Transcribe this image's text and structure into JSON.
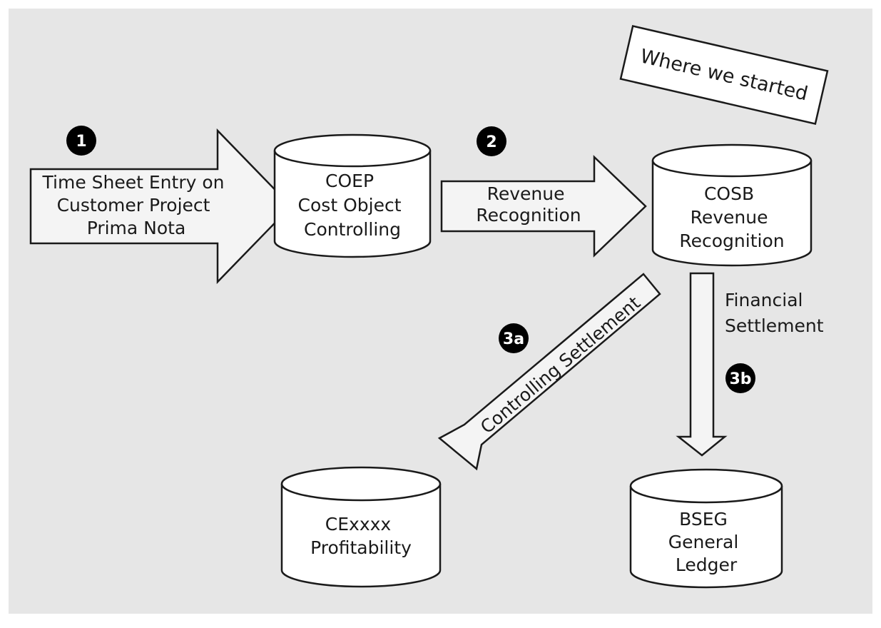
{
  "note": "Where we started",
  "steps": {
    "s1": {
      "badge": "1",
      "lines": [
        "Time Sheet Entry on",
        "Customer Project",
        "Prima Nota"
      ]
    },
    "s2": {
      "badge": "2",
      "lines": [
        "Revenue",
        "Recognition"
      ]
    },
    "s3a": {
      "badge": "3a",
      "label": "Controlling Settlement"
    },
    "s3b": {
      "badge": "3b",
      "lines": [
        "Financial",
        "Settlement"
      ]
    }
  },
  "stores": {
    "coep": [
      "COEP",
      "Cost Object",
      "Controlling"
    ],
    "cosb": [
      "COSB",
      "Revenue",
      "Recognition"
    ],
    "cexxxx": [
      "CExxxx",
      "Profitability"
    ],
    "bseg": [
      "BSEG",
      "General",
      "Ledger"
    ]
  },
  "colors": {
    "background": "#e6e6e6",
    "arrow_fill": "#f4f4f4",
    "stroke": "#1a1a1a",
    "badge": "#000000"
  }
}
